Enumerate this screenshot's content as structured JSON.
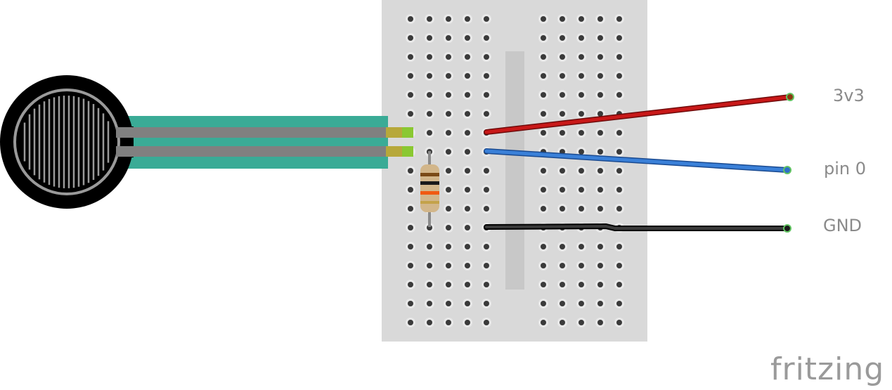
{
  "wire_labels": {
    "power": "3v3",
    "signal": "pin 0",
    "ground": "GND"
  },
  "brand": "fritzing",
  "colors": {
    "breadboard": "#d9d9d9",
    "hole": "#3a3a3a",
    "hole_active": "#2f8f2f",
    "sensor_body": "#000000",
    "sensor_ring": "#9a9a9a",
    "ribbon": "#3aab96",
    "trace": "#808080",
    "lead_tip": "#b7a83a",
    "wire_power": "#b81414",
    "wire_signal": "#2f6fc8",
    "wire_ground": "#1a1a1a",
    "resistor_body": "#d2b68a"
  },
  "icons": [
    "force-sensitive-resistor-icon",
    "resistor-icon",
    "breadboard-icon"
  ]
}
